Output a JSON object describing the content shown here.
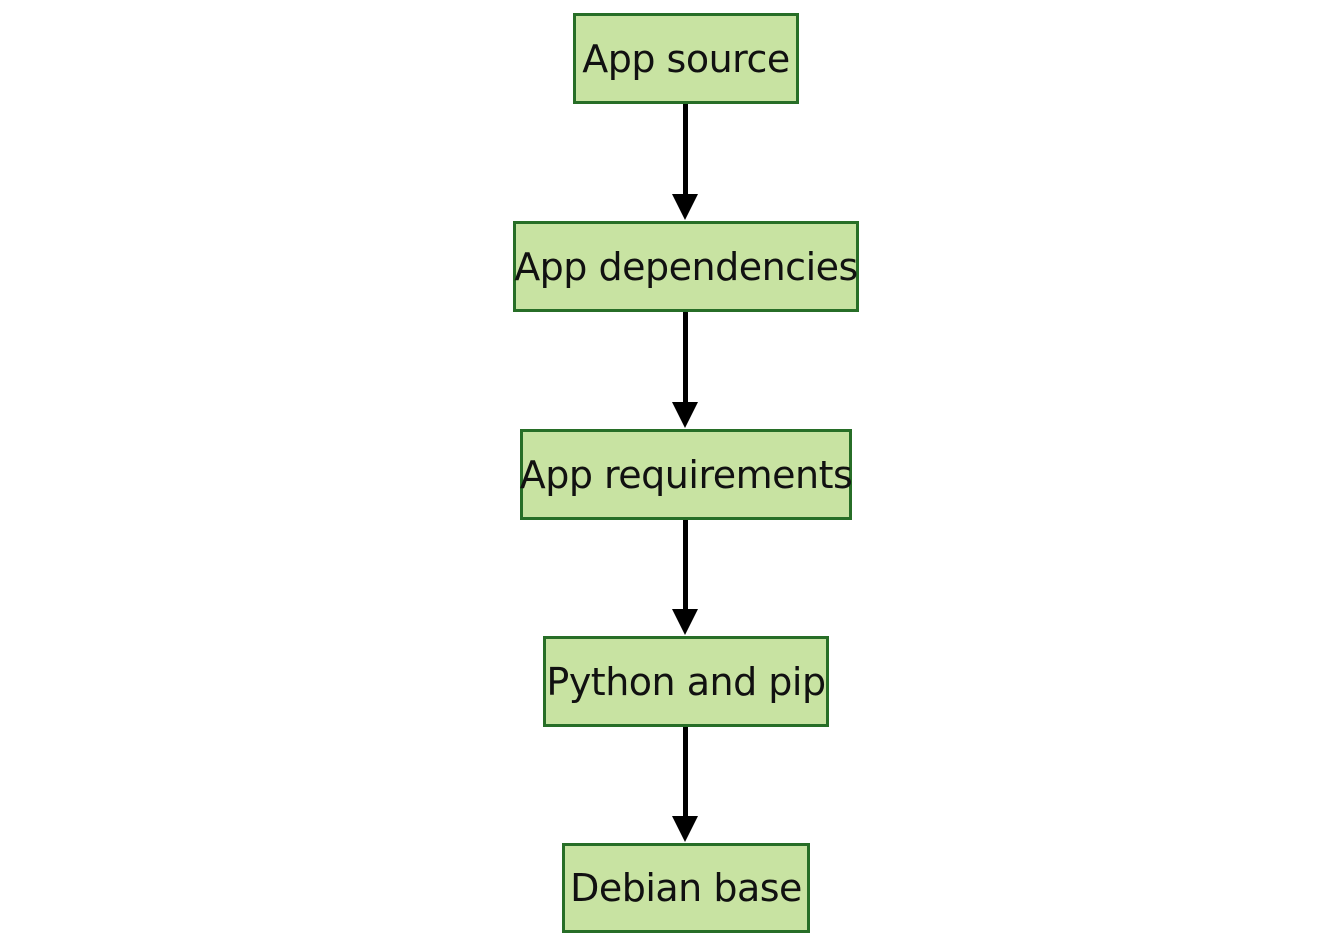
{
  "diagram": {
    "type": "flowchart",
    "orientation": "top-down",
    "colors": {
      "node-fill": "#c8e3a2",
      "node-border": "#276e27",
      "arrow": "#000000",
      "text": "#111111",
      "background": "#ffffff"
    },
    "nodes": [
      {
        "id": "app-source",
        "label": "App source"
      },
      {
        "id": "app-dependencies",
        "label": "App dependencies"
      },
      {
        "id": "app-requirements",
        "label": "App requirements"
      },
      {
        "id": "python-and-pip",
        "label": "Python and pip"
      },
      {
        "id": "debian-base",
        "label": "Debian base"
      }
    ],
    "edges": [
      {
        "from": "app-source",
        "to": "app-dependencies",
        "direction": "down"
      },
      {
        "from": "app-dependencies",
        "to": "app-requirements",
        "direction": "down"
      },
      {
        "from": "app-requirements",
        "to": "python-and-pip",
        "direction": "down"
      },
      {
        "from": "python-and-pip",
        "to": "debian-base",
        "direction": "down"
      }
    ]
  }
}
